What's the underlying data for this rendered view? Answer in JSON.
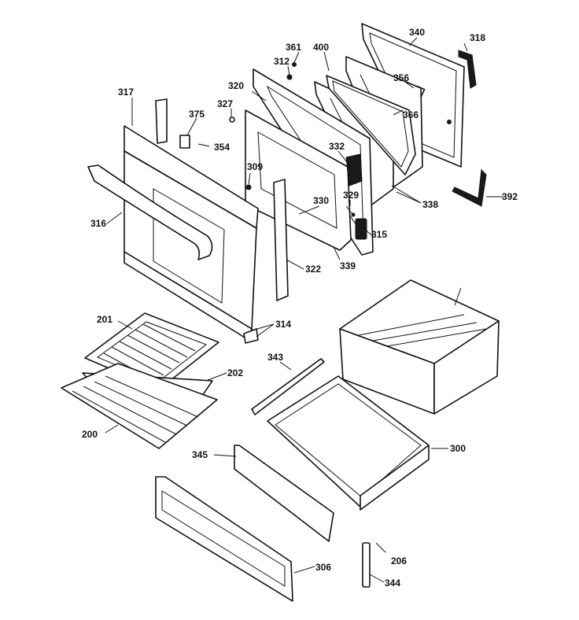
{
  "callouts": {
    "c340": "340",
    "c318": "318",
    "c361": "361",
    "c400": "400",
    "c312": "312",
    "c356": "356",
    "c320": "320",
    "c366": "366",
    "c317": "317",
    "c327": "327",
    "c375": "375",
    "c354": "354",
    "c332": "332",
    "c309": "309",
    "c329": "329",
    "c338": "338",
    "c392": "392",
    "c330": "330",
    "c316": "316",
    "c315": "315",
    "c339": "339",
    "c322": "322",
    "c314": "314",
    "c201": "201",
    "c202": "202",
    "c343": "343",
    "c200": "200",
    "c300": "300",
    "c345": "345",
    "c206": "206",
    "c306": "306",
    "c344": "344"
  }
}
